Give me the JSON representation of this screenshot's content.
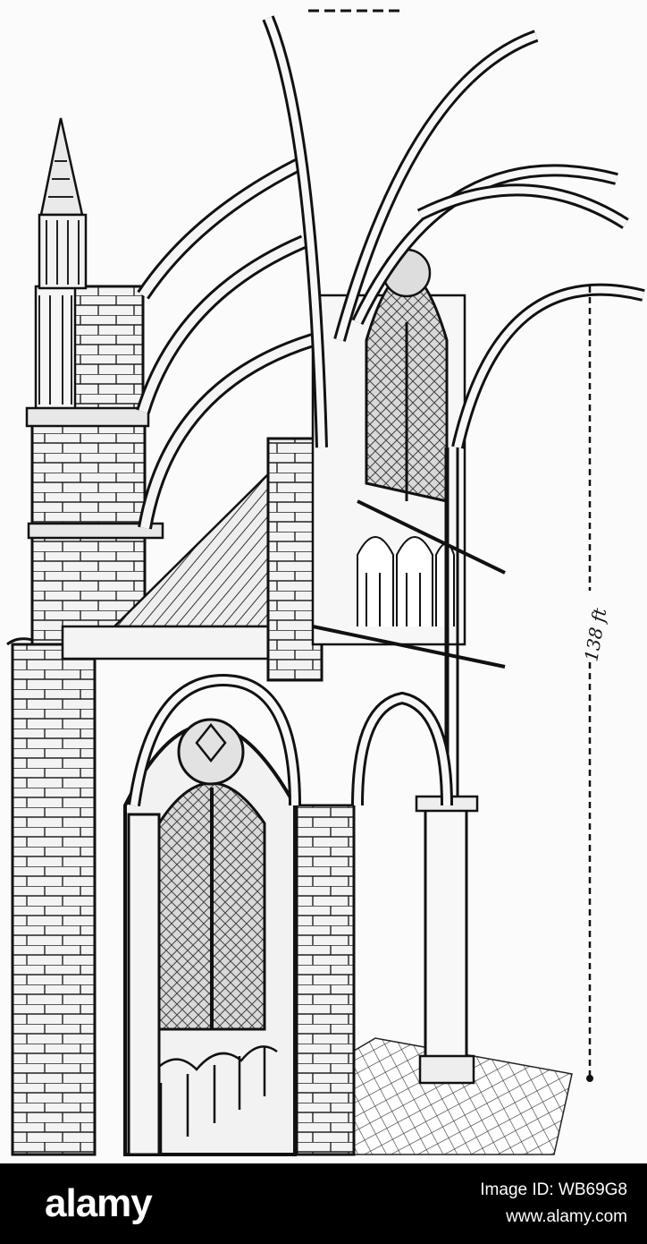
{
  "illustration": {
    "height_label": "138 ft"
  },
  "watermark": {
    "logo_text": "alamy",
    "image_id": "Image ID: WB69G8",
    "site_url": "www.alamy.com"
  },
  "colors": {
    "ink": "#111111",
    "paper": "#fbfbfb",
    "banner": "#000000",
    "banner_text": "#ffffff"
  }
}
